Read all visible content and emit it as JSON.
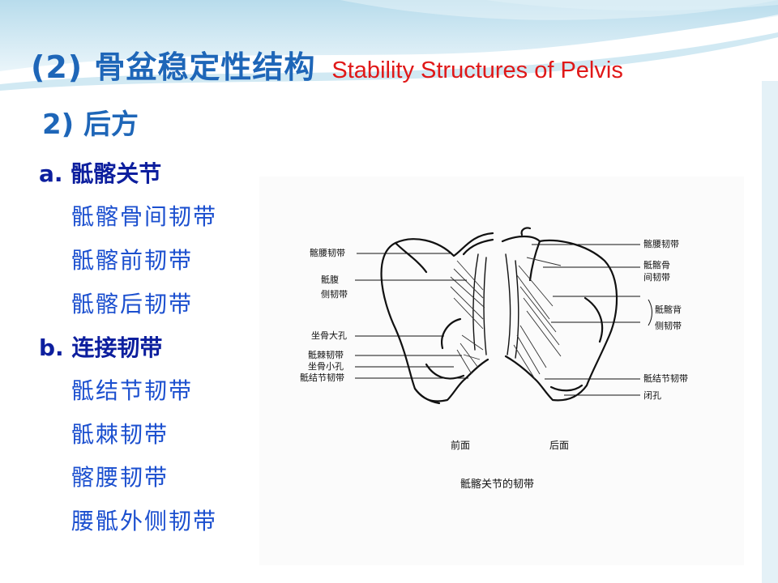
{
  "title": {
    "chinese": "(2) 骨盆稳定性结构",
    "english": "Stability Structures of Pelvis"
  },
  "subtitle": "2) 后方",
  "sections": [
    {
      "heading": "a. 骶髂关节",
      "items": [
        "骶髂骨间韧带",
        "骶髂前韧带",
        "骶髂后韧带"
      ]
    },
    {
      "heading": "b. 连接韧带",
      "items": [
        "骶结节韧带",
        "骶棘韧带",
        "髂腰韧带",
        "腰骶外侧韧带"
      ]
    }
  ],
  "figure": {
    "left_labels": [
      "髂腰韧带",
      "骶腹",
      "侧韧带",
      "坐骨大孔",
      "骶棘韧带",
      "坐骨小孔",
      "骶结节韧带"
    ],
    "right_labels": [
      "髂腰韧带",
      "骶髂骨",
      "间韧带",
      "骶髂背",
      "侧韧带",
      "骶结节韧带",
      "闭孔"
    ],
    "view_front": "前面",
    "view_back": "后面",
    "caption": "骶髂关节的韧带"
  },
  "colors": {
    "title_blue": "#1e66b8",
    "english_red": "#e01818",
    "heading_navy": "#0d1f9e",
    "item_blue": "#1b4fcf"
  }
}
